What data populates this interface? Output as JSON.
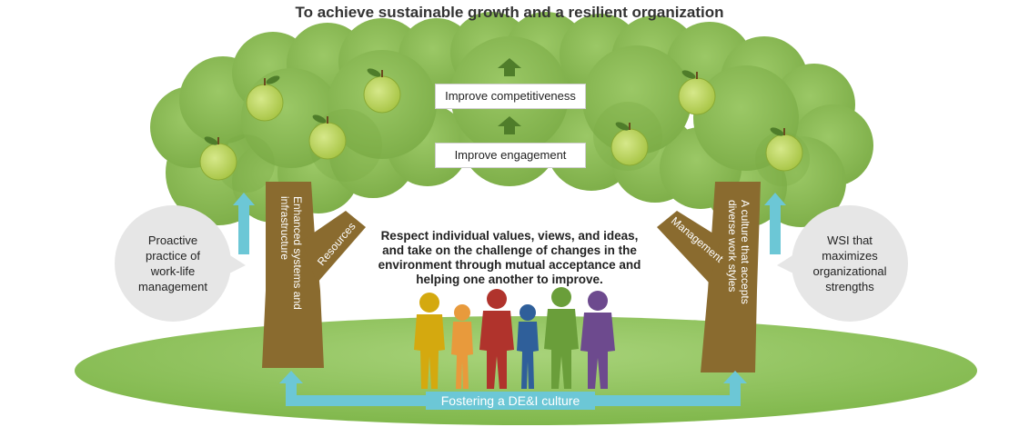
{
  "title": "To achieve sustainable growth and a resilient organization",
  "boxes": {
    "top": "Improve competitiveness",
    "middle": "Improve engagement"
  },
  "center_message": {
    "line1": "Respect individual values, views, and ideas,",
    "line2": "and take on the challenge of changes in the",
    "line3": "environment through mutual acceptance and",
    "line4": "helping one another to improve."
  },
  "left_bubble": {
    "line1": "Proactive",
    "line2": "practice of",
    "line3": "work-life",
    "line4": "management"
  },
  "right_bubble": {
    "line1": "WSI that",
    "line2": "maximizes",
    "line3": "organizational",
    "line4": "strengths"
  },
  "left_trunk": {
    "line1": "Enhanced systems and",
    "line2": "infrastructure"
  },
  "left_branch": "Resources",
  "right_trunk": {
    "line1": "A culture that accepts",
    "line2": "diverse work styles"
  },
  "right_branch": "Management",
  "bottom_label": "Fostering a DE&I culture",
  "colors": {
    "foliage": "#8cbd55",
    "foliage_dark": "#6e9e3a",
    "trunk": "#8a6b2f",
    "ground": "#8cc254",
    "accent_arrow": "#6cc7d6",
    "up_arrow": "#4f7d2a",
    "apple": "#b8d45a",
    "bubble": "#e6e6e6",
    "people": [
      "#d4a90f",
      "#e89a3c",
      "#b0332c",
      "#2f5f9a",
      "#6a9e3a",
      "#6d4a8e"
    ]
  }
}
